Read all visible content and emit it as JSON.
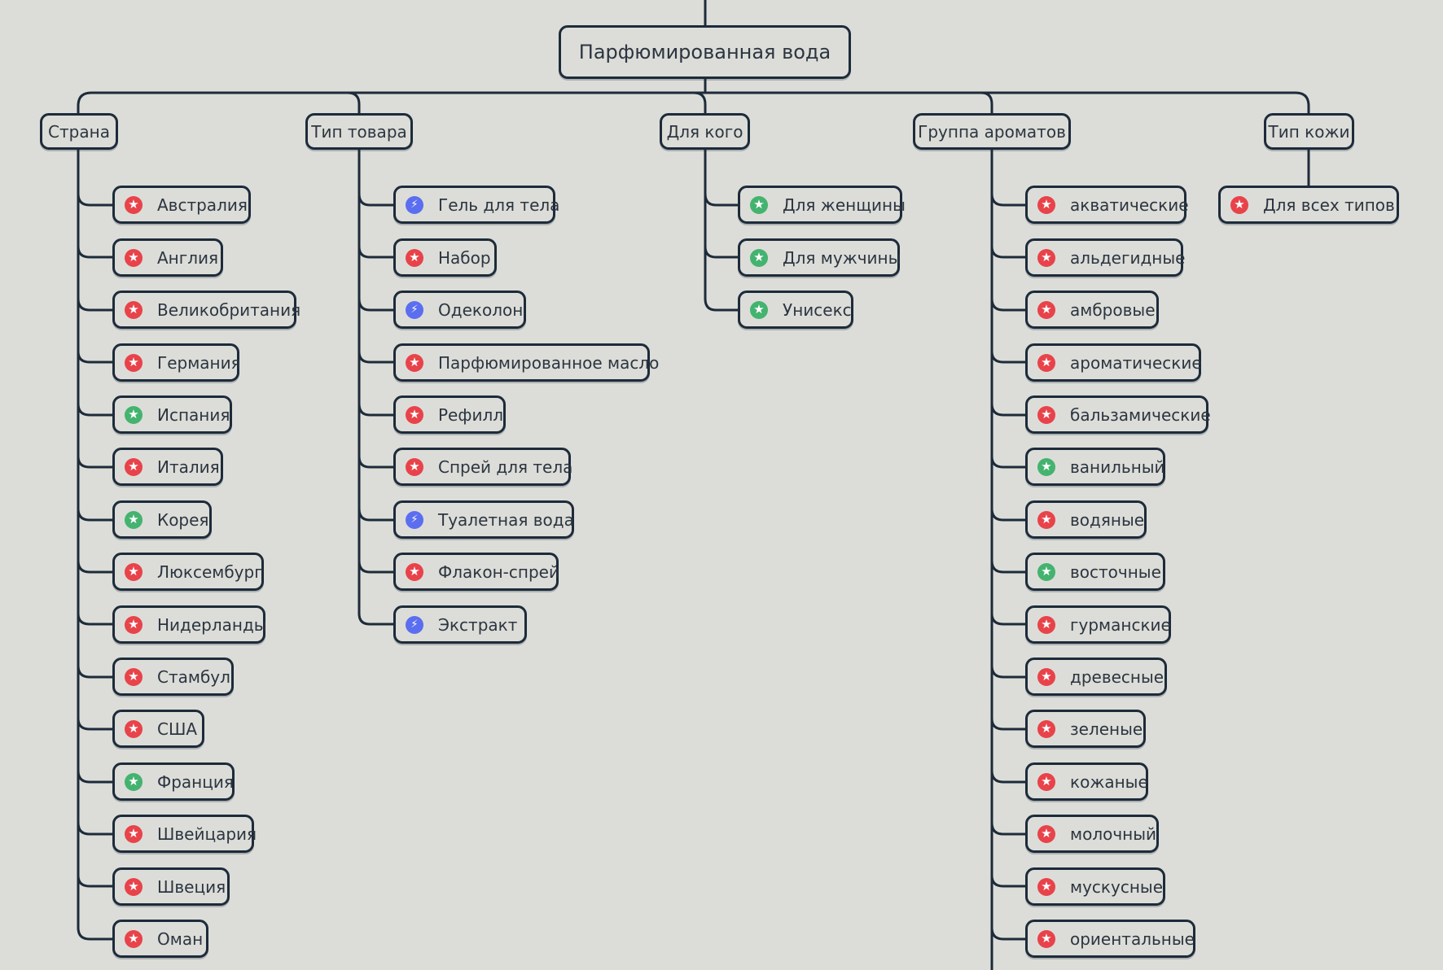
{
  "colors": {
    "background": "#dcddd8",
    "line": "#1d2b3a",
    "text": "#2c3540",
    "red": "#e8434a",
    "green": "#44b36f",
    "blue": "#5b6ef0"
  },
  "root": {
    "label": "Парфюмированная вода"
  },
  "categories": [
    {
      "label": "Страна",
      "items": [
        {
          "label": "Австралия",
          "icon": "star-badge-icon",
          "color": "red"
        },
        {
          "label": "Англия",
          "icon": "star-badge-icon",
          "color": "red"
        },
        {
          "label": "Великобритания",
          "icon": "star-badge-icon",
          "color": "red"
        },
        {
          "label": "Германия",
          "icon": "star-badge-icon",
          "color": "red"
        },
        {
          "label": "Испания",
          "icon": "star-badge-icon",
          "color": "green"
        },
        {
          "label": "Италия",
          "icon": "star-badge-icon",
          "color": "red"
        },
        {
          "label": "Корея",
          "icon": "star-badge-icon",
          "color": "green"
        },
        {
          "label": "Люксембург",
          "icon": "star-badge-icon",
          "color": "red"
        },
        {
          "label": "Нидерланды",
          "icon": "star-badge-icon",
          "color": "red"
        },
        {
          "label": "Стамбул",
          "icon": "star-badge-icon",
          "color": "red"
        },
        {
          "label": "США",
          "icon": "star-badge-icon",
          "color": "red"
        },
        {
          "label": "Франция",
          "icon": "star-badge-icon",
          "color": "green"
        },
        {
          "label": "Швейцария",
          "icon": "star-badge-icon",
          "color": "red"
        },
        {
          "label": "Швеция",
          "icon": "star-badge-icon",
          "color": "red"
        },
        {
          "label": "Оман",
          "icon": "star-badge-icon",
          "color": "red"
        }
      ]
    },
    {
      "label": "Тип товара",
      "items": [
        {
          "label": "Гель для тела",
          "icon": "lightning-badge-icon",
          "color": "blue"
        },
        {
          "label": "Набор",
          "icon": "star-badge-icon",
          "color": "red"
        },
        {
          "label": "Одеколон",
          "icon": "lightning-badge-icon",
          "color": "blue"
        },
        {
          "label": "Парфюмированное масло",
          "icon": "star-badge-icon",
          "color": "red"
        },
        {
          "label": "Рефилл",
          "icon": "star-badge-icon",
          "color": "red"
        },
        {
          "label": "Спрей для тела",
          "icon": "star-badge-icon",
          "color": "red"
        },
        {
          "label": "Туалетная вода",
          "icon": "lightning-badge-icon",
          "color": "blue"
        },
        {
          "label": "Флакон-спрей",
          "icon": "star-badge-icon",
          "color": "red"
        },
        {
          "label": "Экстракт",
          "icon": "lightning-badge-icon",
          "color": "blue"
        }
      ]
    },
    {
      "label": "Для кого",
      "items": [
        {
          "label": "Для женщины",
          "icon": "star-badge-icon",
          "color": "green"
        },
        {
          "label": "Для мужчины",
          "icon": "star-badge-icon",
          "color": "green"
        },
        {
          "label": "Унисекс",
          "icon": "star-badge-icon",
          "color": "green"
        }
      ]
    },
    {
      "label": "Группа ароматов",
      "items": [
        {
          "label": "акватические",
          "icon": "star-badge-icon",
          "color": "red"
        },
        {
          "label": "альдегидные",
          "icon": "star-badge-icon",
          "color": "red"
        },
        {
          "label": "амбровые",
          "icon": "star-badge-icon",
          "color": "red"
        },
        {
          "label": "ароматические",
          "icon": "star-badge-icon",
          "color": "red"
        },
        {
          "label": "бальзамические",
          "icon": "star-badge-icon",
          "color": "red"
        },
        {
          "label": "ванильный",
          "icon": "star-badge-icon",
          "color": "green"
        },
        {
          "label": "водяные",
          "icon": "star-badge-icon",
          "color": "red"
        },
        {
          "label": "восточные",
          "icon": "star-badge-icon",
          "color": "green"
        },
        {
          "label": "гурманские",
          "icon": "star-badge-icon",
          "color": "red"
        },
        {
          "label": "древесные",
          "icon": "star-badge-icon",
          "color": "red"
        },
        {
          "label": "зеленые",
          "icon": "star-badge-icon",
          "color": "red"
        },
        {
          "label": "кожаные",
          "icon": "star-badge-icon",
          "color": "red"
        },
        {
          "label": "молочный",
          "icon": "star-badge-icon",
          "color": "red"
        },
        {
          "label": "мускусные",
          "icon": "star-badge-icon",
          "color": "red"
        },
        {
          "label": "ориентальные",
          "icon": "star-badge-icon",
          "color": "red"
        }
      ]
    },
    {
      "label": "Тип кожи",
      "items": [
        {
          "label": "Для всех типов",
          "icon": "star-badge-icon",
          "color": "red"
        }
      ]
    }
  ]
}
